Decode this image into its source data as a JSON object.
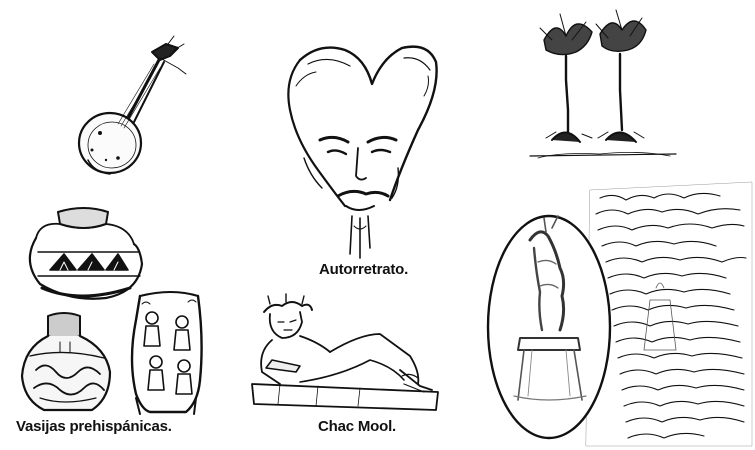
{
  "captions": {
    "autorretrato": "Autorretrato.",
    "vasijas": "Vasijas prehispánicas.",
    "chac_mool": "Chac Mool."
  },
  "colors": {
    "ink": "#111111",
    "background": "#ffffff"
  }
}
